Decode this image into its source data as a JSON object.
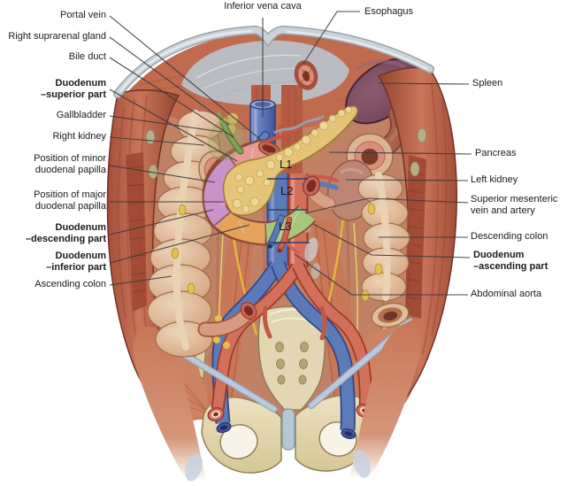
{
  "figure": {
    "background": "#ffffff",
    "leader_line_color": "#3a3a3a",
    "label_text_color": "#1a1a1a"
  },
  "labels": {
    "top": [
      {
        "id": "inferior-vena-cava",
        "text": "Inferior vena cava"
      }
    ],
    "left": [
      {
        "id": "portal-vein",
        "text": "Portal vein"
      },
      {
        "id": "right-suprarenal-gland",
        "text": "Right suprarenal gland"
      },
      {
        "id": "bile-duct",
        "text": "Bile duct"
      },
      {
        "id": "duodenum-superior-part",
        "text": "Duodenum\n–superior part",
        "bold": true
      },
      {
        "id": "gallbladder",
        "text": "Gallbladder"
      },
      {
        "id": "right-kidney",
        "text": "Right kidney"
      },
      {
        "id": "position-of-minor-duodenal-papilla",
        "text": "Position of minor\nduodenal papilla"
      },
      {
        "id": "position-of-major-duodenal-papilla",
        "text": "Position of major\nduodenal papilla"
      },
      {
        "id": "duodenum-descending-part",
        "text": "Duodenum\n–descending part",
        "bold": true
      },
      {
        "id": "duodenum-inferior-part",
        "text": "Duodenum\n–inferior part",
        "bold": true
      },
      {
        "id": "ascending-colon",
        "text": "Ascending colon"
      }
    ],
    "right": [
      {
        "id": "esophagus",
        "text": "Esophagus"
      },
      {
        "id": "spleen",
        "text": "Spleen"
      },
      {
        "id": "pancreas",
        "text": "Pancreas"
      },
      {
        "id": "left-kidney",
        "text": "Left kidney"
      },
      {
        "id": "superior-mesenteric-vein-and-artery",
        "text": "Superior mesenteric\nvein and artery"
      },
      {
        "id": "descending-colon",
        "text": "Descending colon"
      },
      {
        "id": "duodenum-ascending-part",
        "text": "Duodenum\n–ascending part",
        "bold": true
      },
      {
        "id": "abdominal-aorta",
        "text": "Abdominal aorta"
      }
    ]
  },
  "vertebral_levels": [
    "L1",
    "L2",
    "L3"
  ],
  "palette": {
    "muscle_wall": "#b85c44",
    "diaphragm_tendon": "#bac2c9",
    "spleen": "#7c4f63",
    "colon": "#d9af8e",
    "pancreas": "#e4c477",
    "duodenum_superior": "#e69b92",
    "duodenum_descending": "#c893c6",
    "duodenum_inferior": "#e3a35b",
    "duodenum_ascending": "#a9c77c",
    "vein": "#6080bd",
    "artery": "#d3705c",
    "bone": "#e2d7b2",
    "inguinal_ligament": "#bcc9da",
    "fat": "#e3bf4e"
  }
}
